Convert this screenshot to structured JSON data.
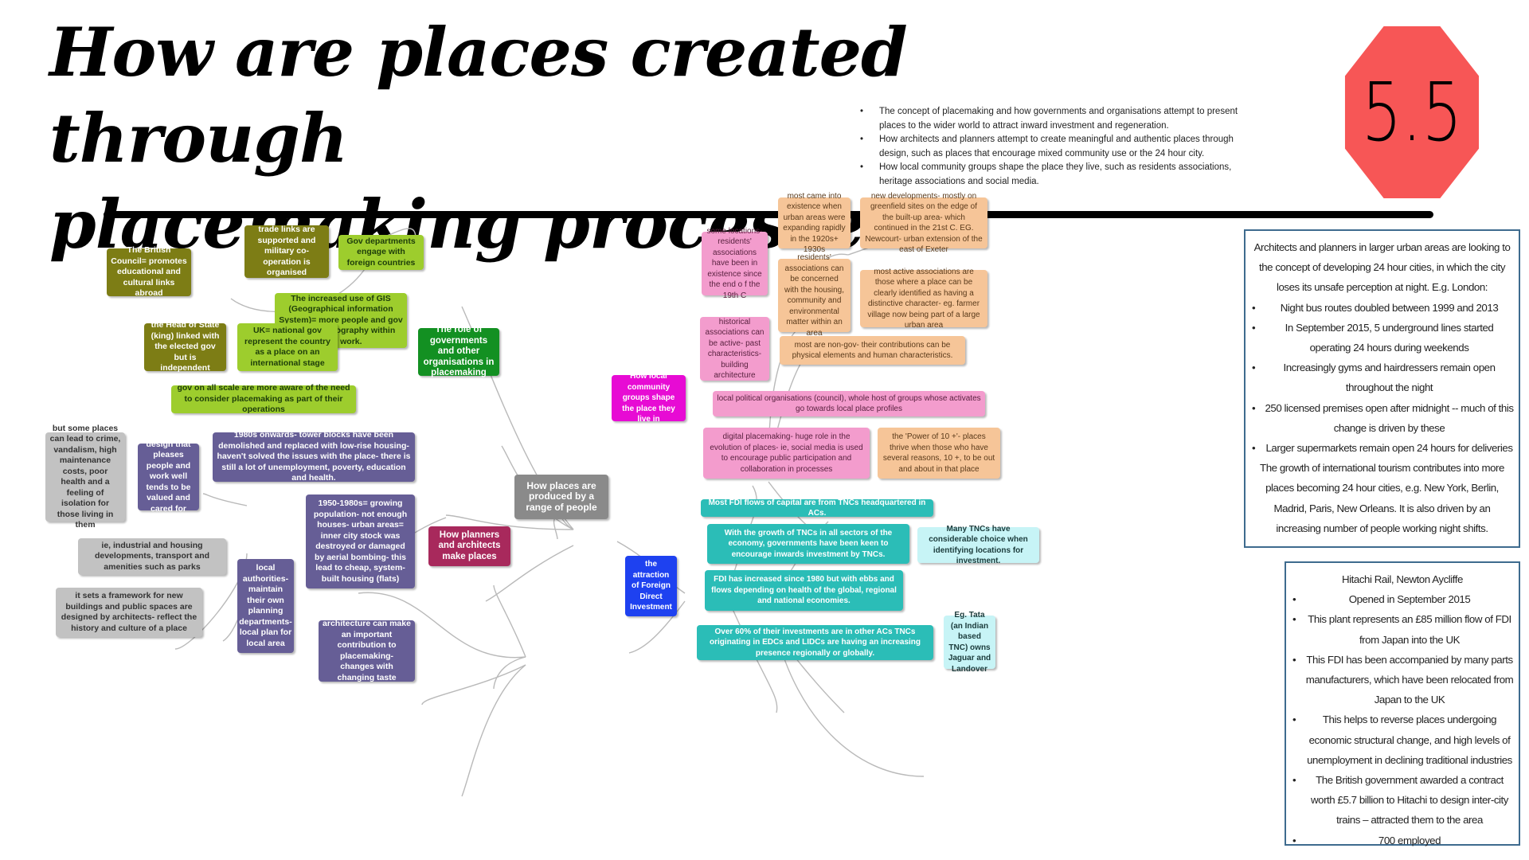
{
  "title": {
    "line1": "How are places created through",
    "line2": "placemaking processes?"
  },
  "badge": "5.5",
  "objectives": [
    "The concept of placemaking and how governments and organisations attempt to present places to the wider world to attract inward investment and regeneration.",
    "How architects and planners attempt to create meaningful and authentic places through design, such as places that encourage mixed community use or the 24 hour city.",
    "How local community groups shape the place they live, such as residents associations, heritage associations and social media."
  ],
  "mindmap": {
    "center": "How places are produced by a range of people",
    "governments": {
      "hub": "The role of governments and other organisations in placemaking",
      "trade": "trade links are supported and military co-operation is organised",
      "gov_departments": "Gov departments engage with foreign countries",
      "british_council": "The British Council= promotes educational and cultural links abroad",
      "gis": "The increased use of GIS (Geographical information System)= more people and gov are using geography within their work.",
      "head_of_state": "the Head of State (king) linked with the elected gov but is independent",
      "uk": "UK= national gov represent the country as a place on an international stage",
      "all_scale": "gov on all scale are more aware of the need to consider placemaking as part of their operations"
    },
    "planners": {
      "hub": "How planners and architects make places",
      "eighties": "1980s onwards- tower blocks have been demolished and replaced with low-rise housing- haven't solved the issues with the place- there is still a lot of unemployment, poverty, education and health.",
      "design": "design that pleases people and work well tends to be valued and cared for",
      "crime": "but some places can lead to crime, vandalism, high maintenance costs, poor health and a feeling of isolation for those living in them",
      "fifties": "1950-1980s= growing population- not enough houses- urban areas= inner city stock was destroyed or damaged by aerial bombing- this lead to cheap, system-built housing (flats)",
      "local_auth": "local authorities- maintain their own planning departments- local plan for local area",
      "industrial": "ie, industrial and housing developments, transport and amenities such as parks",
      "framework": "it sets a framework for new buildings and public spaces are designed by architects- reflect the history and culture of a place",
      "architecture": "architecture can make an important contribution to placemaking- changes with changing taste"
    },
    "community": {
      "hub": "How local community groups shape the place they live in",
      "residents_since": "some locations- residents' associations have been in existence since the end o f the 19th C",
      "most_came": "most came into existence when urban areas were expanding rapidly in the 1920s+ 1930s",
      "new_dev": "new developments- mostly on greenfield sites on the edge of the built-up area- which continued in the 21st C. EG. Newcourt- urban extension of the east of Exeter",
      "residents_concern": "residents' associations can be concerned with the housing, community and environmental matter within an area",
      "most_active": "most active associations are those where a place can be clearly identified as having a distinctive character- eg. farmer village now being part of a large urban area",
      "historical": "historical associations can be active- past characteristics- building architecture",
      "non_gov": "most are non-gov- their contributions can be physical elements and human characteristics.",
      "political": "local political organisations (council), whole host of groups whose activates go towards local place profiles",
      "digital": "digital placemaking- huge role in the evolution of places- ie, social media is used to encourage public participation and collaboration in processes",
      "power10": "the 'Power of 10 +'- places thrive when those who have several reasons, 10 +, to be out and about in that place"
    },
    "fdi": {
      "hub": "the attraction of Foreign Direct Investment",
      "most_flows": "Most FDI flows of capital are from TNCs headquartered in ACs.",
      "growth": "With the growth of TNCs in all sectors of the economy, governments have been keen to encourage inwards investment by TNCs.",
      "choice": "Many TNCs have considerable choice when identifying locations for investment.",
      "increased": "FDI has increased since 1980 but with ebbs and flows depending on health of the global, regional and national economies.",
      "sixty": "Over 60% of their investments are in other ACs TNCs originating in EDCs and LIDCs are having an increasing presence regionally or globally.",
      "tata": "Eg. Tata (an Indian based TNC) owns Jaguar and Landover"
    }
  },
  "case_24h": {
    "intro": "Architects and planners in larger urban areas are looking to the concept of developing 24 hour cities, in which the city loses its unsafe perception at night. E.g. London:",
    "points": [
      "Night bus routes doubled between 1999 and 2013",
      "In September 2015, 5 underground lines started operating 24 hours during weekends",
      "Increasingly gyms and hairdressers remain open throughout the night",
      "250 licensed premises open after midnight -- much of this change is driven by these",
      "Larger supermarkets remain open 24 hours for deliveries"
    ],
    "outro": "The growth of international tourism contributes into more places becoming 24 hour cities, e.g. New York, Berlin, Madrid, Paris, New Orleans. It is also driven by an increasing number of people working night shifts."
  },
  "case_hitachi": {
    "heading": "Hitachi Rail, Newton Aycliffe",
    "points": [
      "Opened in September 2015",
      "This plant represents an £85 million flow of FDI from Japan into the UK",
      "This FDI has been accompanied by many parts manufacturers, which have been relocated from Japan to the UK",
      "This helps to reverse places undergoing economic structural change, and high levels of unemployment in declining traditional industries",
      "The British government awarded a contract worth £5.7 billion to Hitachi to design inter-city trains – attracted them to the area",
      "700 employed"
    ]
  }
}
